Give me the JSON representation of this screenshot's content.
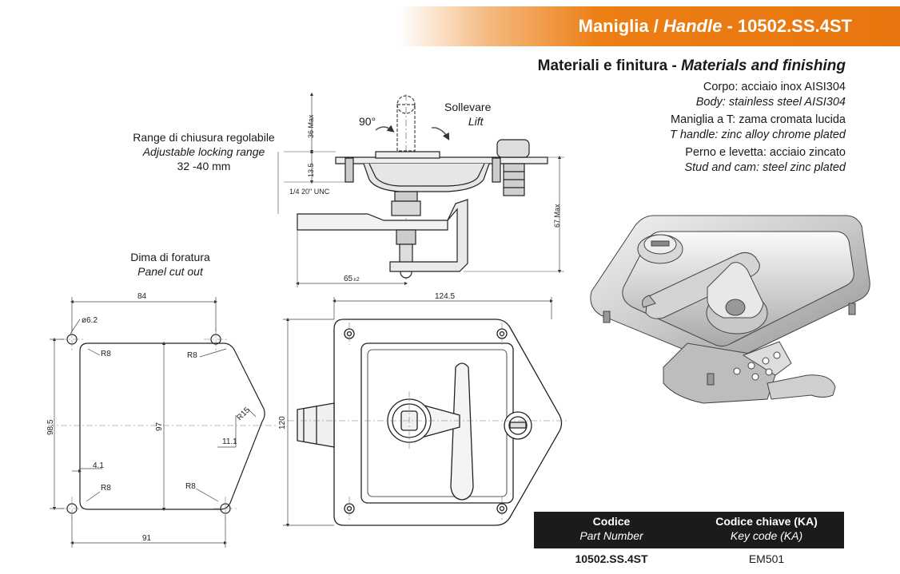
{
  "header": {
    "title_main": "Maniglia / ",
    "title_italic": "Handle",
    "title_code": " - 10502.SS.4ST"
  },
  "materials": {
    "title_main": "Materiali e finitura - ",
    "title_italic": "Materials and finishing",
    "lines": [
      {
        "it": "Corpo: acciaio inox AISI304",
        "en": "Body: stainless steel AISI304"
      },
      {
        "it": "Maniglia a T: zama cromata lucida",
        "en": "T handle: zinc alloy chrome plated"
      },
      {
        "it": "Perno e levetta: acciaio zincato",
        "en": "Stud and cam: steel zinc plated"
      }
    ]
  },
  "range": {
    "it": "Range di chiusura regolabile",
    "en": "Adjustable locking range",
    "value": "32 -40 mm"
  },
  "cutout": {
    "it": "Dima di foratura",
    "en": "Panel cut out"
  },
  "lift": {
    "it": "Sollevare",
    "en": "Lift",
    "angle": "90°"
  },
  "side_view_dims": {
    "d36": "36 Max",
    "d13": "13.5",
    "thread": "1/4  20\"  UNC",
    "d67": "67 Max",
    "d65": "65",
    "d65_tol": "±2"
  },
  "cutout_dims": {
    "top": "84",
    "bottom": "91",
    "left": "98.5",
    "inner": "97",
    "hole": "ø6.2",
    "r8_tl": "R8",
    "r8_tr": "R8",
    "r8_bl": "R8",
    "r8_br": "R8",
    "r15": "R15",
    "d11": "11.1",
    "d4": "4.1"
  },
  "front_view_dims": {
    "width": "124.5",
    "height": "120"
  },
  "code_table": {
    "h1_it": "Codice",
    "h1_en": "Part Number",
    "h2_it": "Codice chiave (KA)",
    "h2_en": "Key code (KA)",
    "part_number": "10502.SS.4ST",
    "key_code": "EM501"
  },
  "colors": {
    "accent": "#ec7e14",
    "table_header": "#1b1b1b"
  }
}
